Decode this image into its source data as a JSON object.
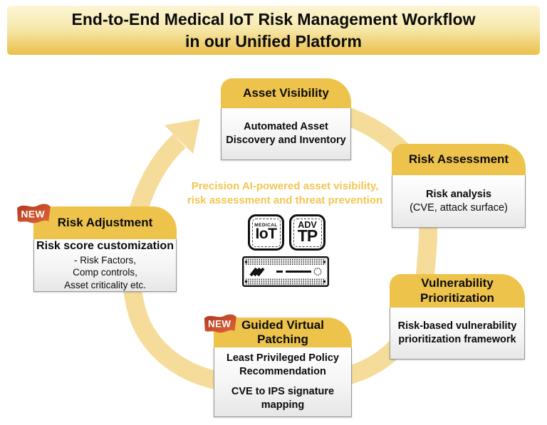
{
  "title": {
    "line1": "End-to-End Medical IoT Risk Management Workflow",
    "line2": "in our Unified Platform"
  },
  "center": {
    "tagline_line1": "Precision AI-powered asset visibility,",
    "tagline_line2": "risk assessment and threat prevention",
    "badge_medical_iot": {
      "top": "MEDICAL",
      "main": "IoT"
    },
    "badge_adv_tp": {
      "top": "ADV",
      "main": "TP"
    }
  },
  "flags": {
    "new_label": "NEW"
  },
  "cards": {
    "asset_visibility": {
      "title": "Asset Visibility",
      "line1": "Automated Asset Discovery and Inventory"
    },
    "risk_assessment": {
      "title": "Risk Assessment",
      "line1": "Risk analysis",
      "line2": "(CVE, attack surface)"
    },
    "vulnerability_prioritization": {
      "title": "Vulnerability Prioritization",
      "line1": "Risk-based vulnerability prioritization framework"
    },
    "guided_virtual_patching": {
      "title": "Guided Virtual Patching",
      "flag": "NEW",
      "line1": "Least Privileged  Policy Recommendation",
      "line2": "CVE to IPS signature mapping"
    },
    "risk_adjustment": {
      "title": "Risk Adjustment",
      "flag": "NEW",
      "line1": "Risk score customization",
      "line2": "- Risk Factors,",
      "line3": "Comp controls,",
      "line4": "Asset criticality etc."
    }
  },
  "colors": {
    "header_gold": "#EEC34C",
    "band_yellow": "#F5DC9A",
    "tagline_gold": "#F2C654",
    "banner_top": "#FCF5D5",
    "banner_bottom": "#EAC04B",
    "ribbon_dark": "#B2381E",
    "ribbon_light": "#E0653A"
  }
}
